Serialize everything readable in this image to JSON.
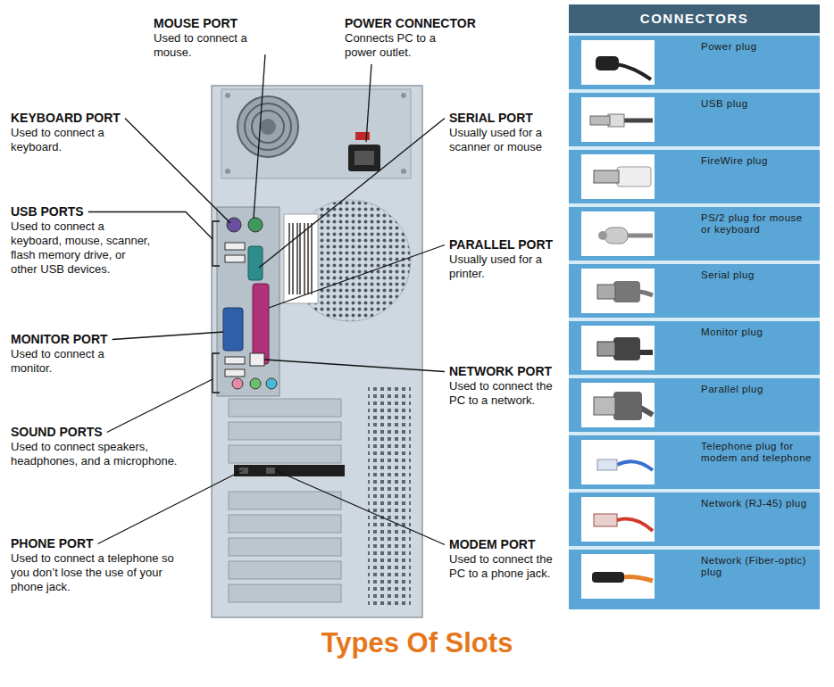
{
  "diagram": {
    "title": "Types Of Slots",
    "nodes": [
      {
        "text": [
          "CONNECTORS"
        ]
      },
      {
        "text": [
          "Power plug"
        ],
        "in": 0
      },
      {
        "text": [
          "USB plug"
        ],
        "in": 0
      },
      {
        "text": [
          "FireWire plug"
        ],
        "in": 0
      },
      {
        "text": [
          "PS/2 plug for mouse or keyboard"
        ],
        "in": 0
      },
      {
        "text": [
          "Serial plug"
        ],
        "in": 0
      },
      {
        "text": [
          "Monitor plug"
        ],
        "in": 0
      },
      {
        "text": [
          "Parallel plug"
        ],
        "in": 0
      },
      {
        "text": [
          "Telephone plug for modem and telephone"
        ],
        "in": 0
      },
      {
        "text": [
          "Network (RJ-45) plug"
        ],
        "in": 0
      },
      {
        "text": [
          "Network (Fiber-optic) plug"
        ],
        "in": 0
      }
    ],
    "labels": [
      "MOUSE PORT",
      "Used to connect a mouse.",
      "POWER CONNECTOR",
      "Connects PC to a power outlet.",
      "KEYBOARD PORT",
      "Used to connect a keyboard.",
      "SERIAL PORT",
      "Usually used for a scanner or mouse",
      "USB PORTS",
      "Used to connect a keyboard, mouse, scanner, flash memory drive, or other USB devices.",
      "PARALLEL PORT",
      "Usually used for a printer.",
      "MONITOR PORT",
      "Used to connect a monitor.",
      "NETWORK PORT",
      "Used to connect the PC to a network.",
      "SOUND PORTS",
      "Used to connect speakers, headphones, and a microphone.",
      "PHONE PORT",
      "Used to connect a telephone so you don’t lose the use of your phone jack.",
      "MODEM PORT",
      "Used to connect the PC to a phone jack."
    ]
  }
}
